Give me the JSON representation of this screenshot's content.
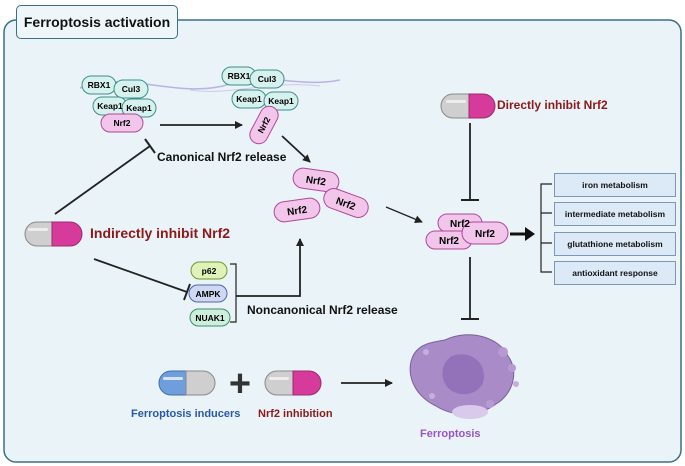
{
  "title": "Ferroptosis activation",
  "labels": {
    "canonical": "Canonical Nrf2 release",
    "noncanonical": "Noncanonical Nrf2 release",
    "indirect": "Indirectly inhibit Nrf2",
    "direct": "Directly inhibit Nrf2",
    "inducers": "Ferroptosis inducers",
    "nrf2_inhibition": "Nrf2 inhibition",
    "ferroptosis": "Ferroptosis"
  },
  "complex_left": {
    "rbx1": "RBX1",
    "cul3": "Cul3",
    "keap1_a": "Keap1",
    "keap1_b": "Keap1",
    "nrf2": "Nrf2"
  },
  "complex_right": {
    "rbx1": "RBX1",
    "cul3": "Cul3",
    "keap1_a": "Keap1",
    "keap1_b": "Keap1",
    "nrf2": "Nrf2"
  },
  "free_nrf2": [
    "Nrf2",
    "Nrf2",
    "Nrf2"
  ],
  "nucleus_nrf2": [
    "Nrf2",
    "Nrf2",
    "Nrf2"
  ],
  "kinases": [
    "p62",
    "AMPK",
    "NUAK1"
  ],
  "metabolism": [
    "iron metabolism",
    "intermediate metabolism",
    "glutathione metabolism",
    "antioxidant response"
  ],
  "plus_sign": "+",
  "colors": {
    "panel_bg": "#eaf3f7",
    "panel_border": "#3c6f86",
    "nrf2_fill": "#f2c5ea",
    "nrf2_stroke": "#b0479a",
    "keap_fill": "#d7f2ee",
    "keap_stroke": "#3b8f88",
    "pill_magenta": "#d63a9a",
    "pill_blue": "#6e9fdc",
    "dark_red_text": "#8b1a1a",
    "blue_text": "#2859a8",
    "purple_text": "#9a55c4",
    "cell": "#a98bc8"
  }
}
